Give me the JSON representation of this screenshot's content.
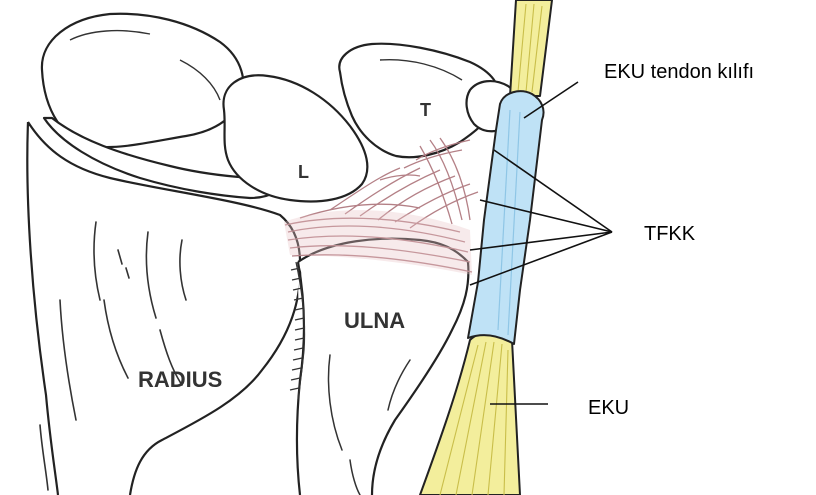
{
  "labels": {
    "radius": "RADIUS",
    "ulna": "ULNA",
    "lunate": "L",
    "triquetrum": "T",
    "eku_sheath": "EKU tendon kılıfı",
    "tfcc": "TFKK",
    "eku": "EKU"
  },
  "colors": {
    "outline": "#222222",
    "tendon": "#f3ee9c",
    "sheath": "#bfe2f6",
    "ligament": "#e8c2c6",
    "ligament_line": "#b07a80",
    "bone_fill": "#ffffff"
  }
}
